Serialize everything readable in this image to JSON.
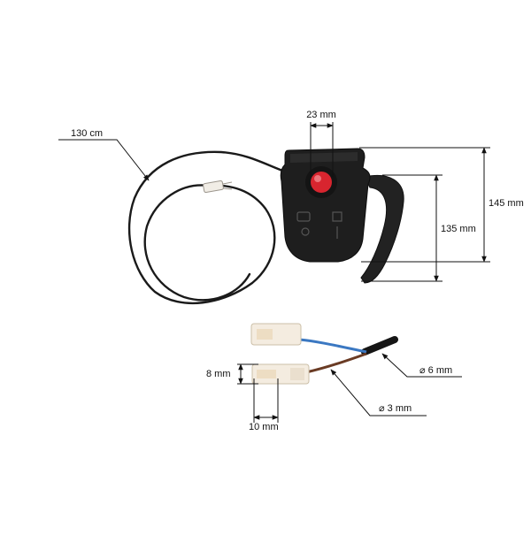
{
  "dimensions": {
    "cable_length": "130 cm",
    "button_width": "23 mm",
    "total_height": "145 mm",
    "handle_height": "135 mm",
    "connector_height": "8 mm",
    "connector_width": "10 mm",
    "cable_diameter": "⌀ 6 mm",
    "wire_diameter": "⌀ 3 mm"
  },
  "colors": {
    "switch_body": "#1e1e1e",
    "button": "#d8252f",
    "wire_blue": "#3b78c2",
    "wire_brown": "#6a3b24",
    "connector": "#f4ece0"
  }
}
